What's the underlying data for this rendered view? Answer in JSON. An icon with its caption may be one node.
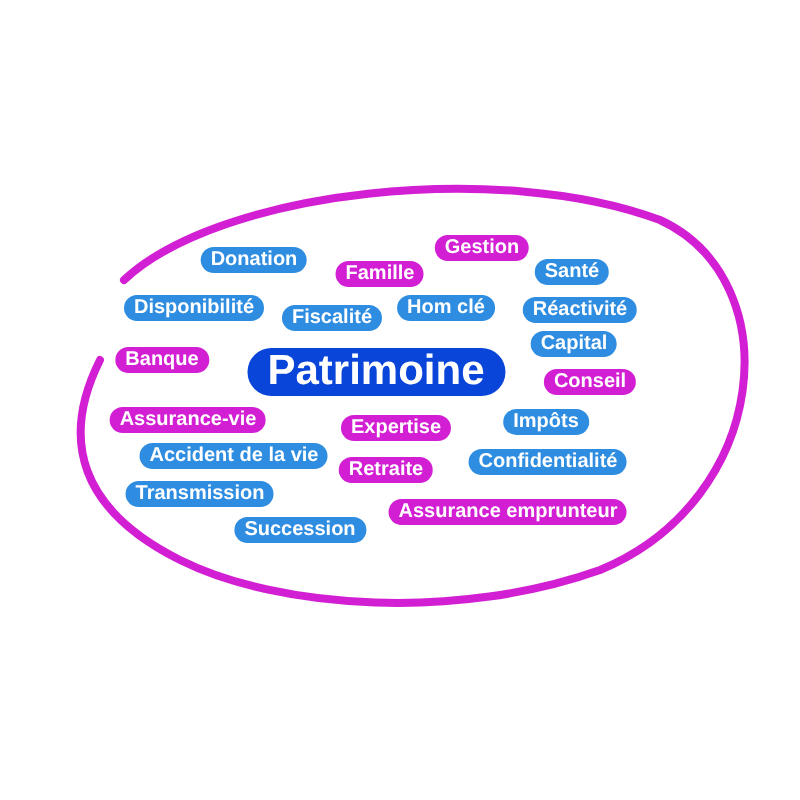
{
  "diagram": {
    "nodes": [
      {
        "text": [
          "Gestion"
        ]
      },
      {
        "text": [
          "Donation"
        ]
      },
      {
        "text": [
          "Famille"
        ]
      },
      {
        "text": [
          "Santé"
        ]
      },
      {
        "text": [
          "Disponibilité"
        ]
      },
      {
        "text": [
          "Fiscalité"
        ]
      },
      {
        "text": [
          "Hom clé"
        ]
      },
      {
        "text": [
          "Réactivité"
        ]
      },
      {
        "text": [
          "Banque"
        ]
      },
      {
        "text": [
          "Patrimoine"
        ]
      },
      {
        "text": [
          "Capital"
        ]
      },
      {
        "text": [
          "Conseil"
        ]
      },
      {
        "text": [
          "Assurance-vie"
        ]
      },
      {
        "text": [
          "Expertise"
        ]
      },
      {
        "text": [
          "Impôts"
        ]
      },
      {
        "text": [
          "Accident de la vie"
        ]
      },
      {
        "text": [
          "Retraite"
        ]
      },
      {
        "text": [
          "Confidentialité"
        ]
      },
      {
        "text": [
          "Transmission"
        ]
      },
      {
        "text": [
          "Assurance emprunteur"
        ]
      },
      {
        "text": [
          "Succession"
        ]
      }
    ]
  }
}
